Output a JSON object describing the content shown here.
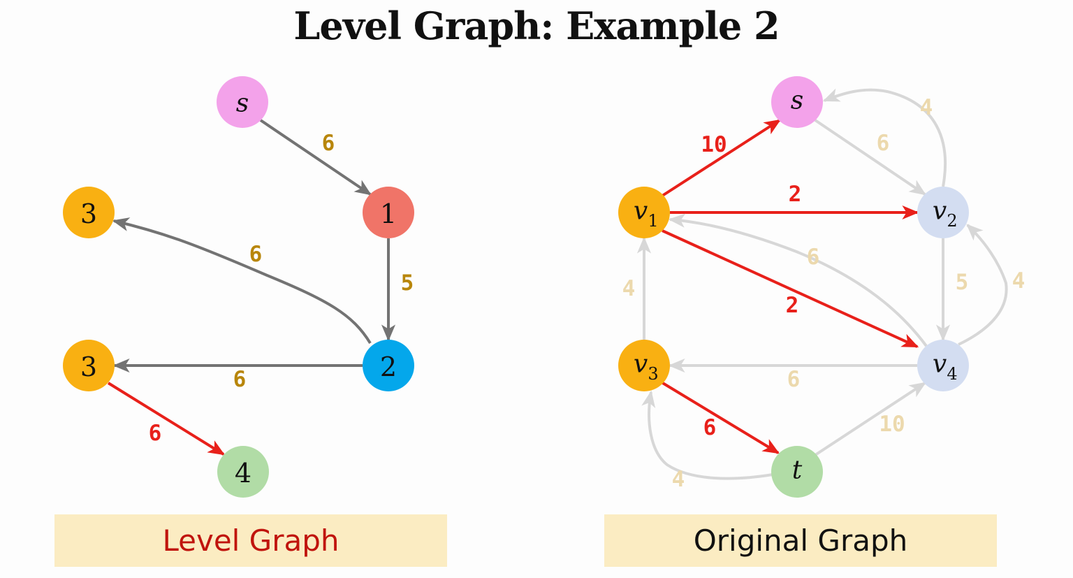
{
  "title": "Level Graph: Example 2",
  "colors": {
    "gray_edge": "#737373",
    "red_edge": "#e8201a",
    "faded_edge": "#d7d7d7",
    "gold_weight": "#b8860b",
    "red_weight": "#e8201a",
    "faded_weight": "#ecd9ad",
    "node_s": "#f3a2ea",
    "node_orange": "#f9b012",
    "node_red": "#f07468",
    "node_blue": "#04a7eb",
    "node_green": "#b1dca6",
    "node_lightblue": "#d3ddf1",
    "caption_bg": "#fbecc2",
    "caption_left_text": "#c0140d",
    "caption_right_text": "#111111"
  },
  "level_graph": {
    "caption": "Level Graph",
    "nodes": [
      {
        "id": "s",
        "label": "s",
        "italic": true,
        "color": "node_s"
      },
      {
        "id": "n1",
        "label": "1",
        "italic": false,
        "color": "node_red"
      },
      {
        "id": "n3a",
        "label": "3",
        "italic": false,
        "color": "node_orange"
      },
      {
        "id": "n2",
        "label": "2",
        "italic": false,
        "color": "node_blue"
      },
      {
        "id": "n3b",
        "label": "3",
        "italic": false,
        "color": "node_orange"
      },
      {
        "id": "n4",
        "label": "4",
        "italic": false,
        "color": "node_green"
      }
    ],
    "edges": [
      {
        "from": "s",
        "to": "n1",
        "weight": "6",
        "style": "gray"
      },
      {
        "from": "n1",
        "to": "n2",
        "weight": "5",
        "style": "gray"
      },
      {
        "from": "n2",
        "to": "n3a",
        "weight": "6",
        "style": "gray"
      },
      {
        "from": "n2",
        "to": "n3b",
        "weight": "6",
        "style": "gray"
      },
      {
        "from": "n3b",
        "to": "n4",
        "weight": "6",
        "style": "red"
      }
    ]
  },
  "original_graph": {
    "caption": "Original Graph",
    "nodes": [
      {
        "id": "s",
        "label": "s",
        "sub": "",
        "color": "node_s"
      },
      {
        "id": "v1",
        "label": "v",
        "sub": "1",
        "color": "node_orange"
      },
      {
        "id": "v2",
        "label": "v",
        "sub": "2",
        "color": "node_lightblue"
      },
      {
        "id": "v3",
        "label": "v",
        "sub": "3",
        "color": "node_orange"
      },
      {
        "id": "v4",
        "label": "v",
        "sub": "4",
        "color": "node_lightblue"
      },
      {
        "id": "t",
        "label": "t",
        "sub": "",
        "color": "node_green"
      }
    ],
    "edges": [
      {
        "from": "v1",
        "to": "s",
        "weight": "10",
        "style": "red"
      },
      {
        "from": "v1",
        "to": "v2",
        "weight": "2",
        "style": "red"
      },
      {
        "from": "v1",
        "to": "v4",
        "weight": "2",
        "style": "red"
      },
      {
        "from": "v3",
        "to": "t",
        "weight": "6",
        "style": "red"
      },
      {
        "from": "s",
        "to": "v2",
        "weight": "6",
        "style": "faded"
      },
      {
        "from": "v2",
        "to": "s",
        "weight": "4",
        "style": "faded"
      },
      {
        "from": "v2",
        "to": "v4",
        "weight": "5",
        "style": "faded"
      },
      {
        "from": "v4",
        "to": "v2",
        "weight": "4",
        "style": "faded"
      },
      {
        "from": "v4",
        "to": "v1",
        "weight": "6",
        "style": "faded"
      },
      {
        "from": "v3",
        "to": "v1",
        "weight": "4",
        "style": "faded"
      },
      {
        "from": "v4",
        "to": "v3",
        "weight": "6",
        "style": "faded"
      },
      {
        "from": "t",
        "to": "v4",
        "weight": "10",
        "style": "faded"
      },
      {
        "from": "t",
        "to": "v3",
        "weight": "4",
        "style": "faded"
      }
    ]
  }
}
